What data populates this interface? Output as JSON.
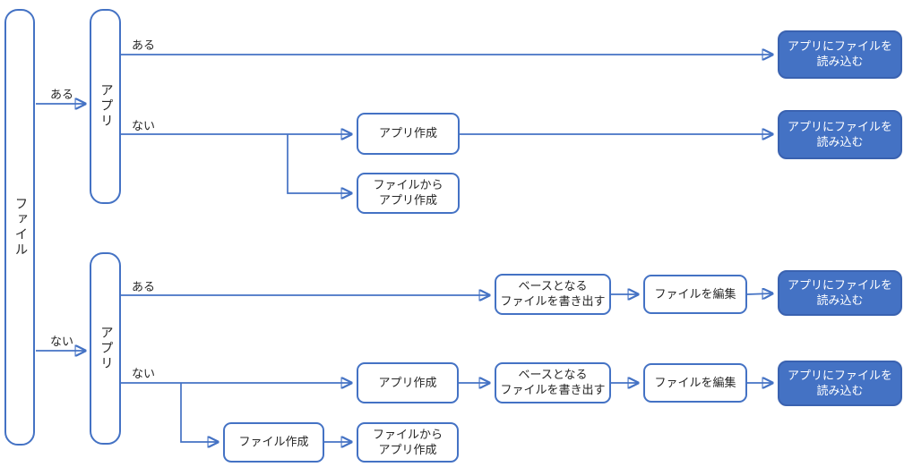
{
  "colors": {
    "accent": "#4472C4",
    "result_fill": "#4472C4",
    "result_border": "#3A62B0",
    "result_text": "#FFFFFF",
    "text": "#262626",
    "background": "#FFFFFF"
  },
  "labels": {
    "yes": "ある",
    "no": "ない"
  },
  "nodes": {
    "file": {
      "label": "ファイル"
    },
    "app_top": {
      "label": "アプリ"
    },
    "app_bottom": {
      "label": "アプリ"
    },
    "create_app_top": {
      "label": "アプリ作成"
    },
    "create_app_from_file_top": {
      "label": "ファイルから\nアプリ作成"
    },
    "export_base_top": {
      "label": "ベースとなる\nファイルを書き出す"
    },
    "edit_file_top": {
      "label": "ファイルを編集"
    },
    "create_app_bottom": {
      "label": "アプリ作成"
    },
    "create_file": {
      "label": "ファイル作成"
    },
    "create_app_from_file_bottom": {
      "label": "ファイルから\nアプリ作成"
    },
    "export_base_bottom": {
      "label": "ベースとなる\nファイルを書き出す"
    },
    "edit_file_bottom": {
      "label": "ファイルを編集"
    },
    "load_file_1": {
      "label": "アプリにファイルを\n読み込む"
    },
    "load_file_2": {
      "label": "アプリにファイルを\n読み込む"
    },
    "load_file_3": {
      "label": "アプリにファイルを\n読み込む"
    },
    "load_file_4": {
      "label": "アプリにファイルを\n読み込む"
    }
  }
}
